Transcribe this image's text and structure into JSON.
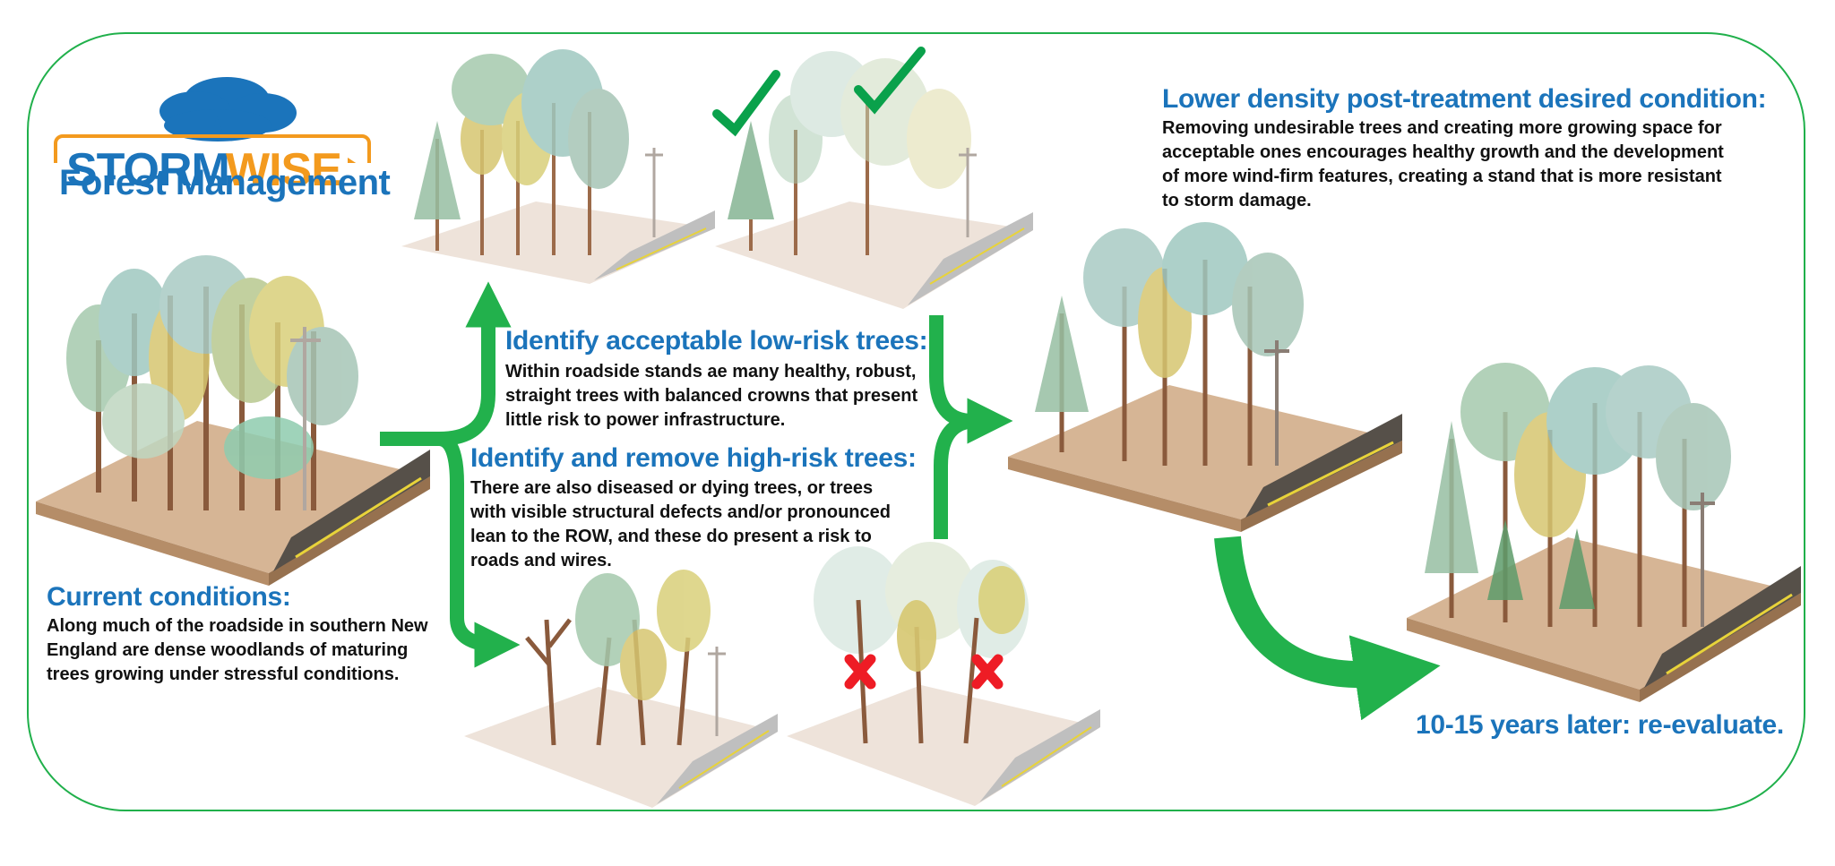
{
  "logo": {
    "part1": "STORM",
    "part2": "WISE",
    "subtitle": "Forest Management"
  },
  "current": {
    "title": "Current conditions:",
    "text": "Along much of the roadside in southern New England are dense woodlands of maturing trees growing under stressful conditions."
  },
  "acceptable": {
    "title": "Identify acceptable low-risk trees:",
    "text": "Within roadside stands ae many healthy, robust, straight trees with balanced crowns that present little risk to power infrastructure."
  },
  "highrisk": {
    "title": "Identify and remove high-risk trees:",
    "text": "There are also diseased or dying trees, or trees with visible structural defects and/or pronounced lean to the ROW, and these do present a risk to roads and wires."
  },
  "desired": {
    "title": "Lower density post-treatment desired condition:",
    "text": "Removing undesirable trees and creating more growing space for acceptable ones encourages healthy growth and the development of more wind-firm features, creating a stand that is more resistant to storm damage."
  },
  "later": {
    "title": "10-15 years later: re-evaluate."
  },
  "colors": {
    "blue": "#1b74bb",
    "green": "#22b14c",
    "orange": "#f39a1e",
    "red": "#ee1c25"
  }
}
